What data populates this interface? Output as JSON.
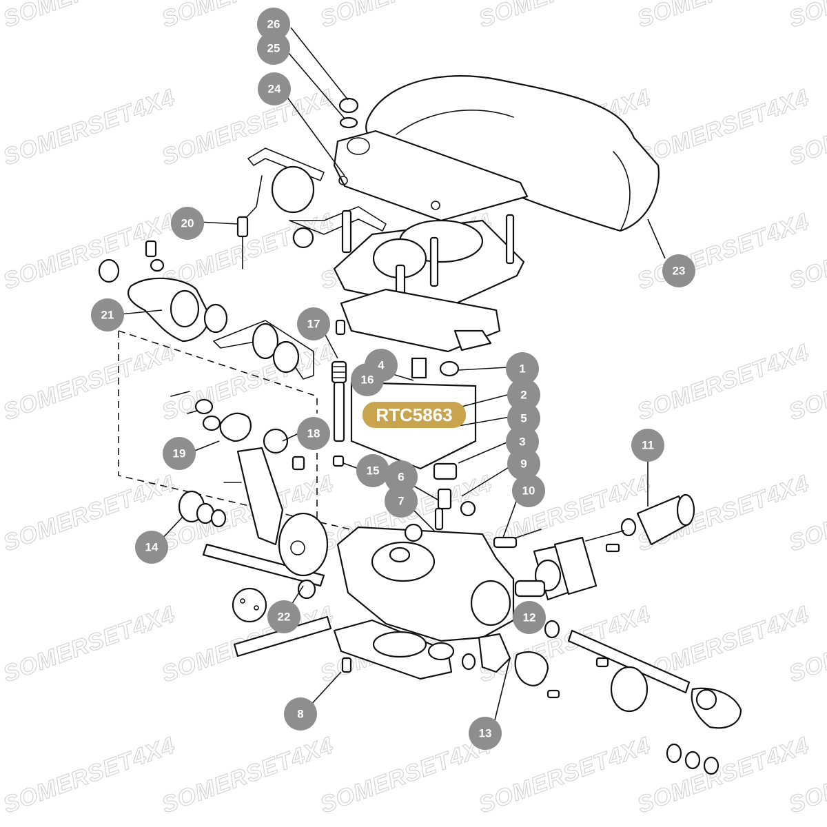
{
  "watermark": {
    "text": "SOMERSET4X4",
    "color": "#d4d4d4"
  },
  "part_reference": {
    "text": "RTC5863",
    "color": "#c9a44f"
  },
  "callout_color": "#8e8e8e",
  "callouts": [
    {
      "id": "c1",
      "label": "1"
    },
    {
      "id": "c2",
      "label": "2"
    },
    {
      "id": "c3",
      "label": "3"
    },
    {
      "id": "c4",
      "label": "4"
    },
    {
      "id": "c5",
      "label": "5"
    },
    {
      "id": "c6",
      "label": "6"
    },
    {
      "id": "c7",
      "label": "7"
    },
    {
      "id": "c8",
      "label": "8"
    },
    {
      "id": "c9",
      "label": "9"
    },
    {
      "id": "c10",
      "label": "10"
    },
    {
      "id": "c11",
      "label": "11"
    },
    {
      "id": "c12",
      "label": "12"
    },
    {
      "id": "c13",
      "label": "13"
    },
    {
      "id": "c14",
      "label": "14"
    },
    {
      "id": "c15",
      "label": "15"
    },
    {
      "id": "c16",
      "label": "16"
    },
    {
      "id": "c17",
      "label": "17"
    },
    {
      "id": "c18",
      "label": "18"
    },
    {
      "id": "c19",
      "label": "19"
    },
    {
      "id": "c20",
      "label": "20"
    },
    {
      "id": "c21",
      "label": "21"
    },
    {
      "id": "c22",
      "label": "22"
    },
    {
      "id": "c23",
      "label": "23"
    },
    {
      "id": "c24",
      "label": "24"
    },
    {
      "id": "c25",
      "label": "25"
    },
    {
      "id": "c26",
      "label": "26"
    }
  ]
}
